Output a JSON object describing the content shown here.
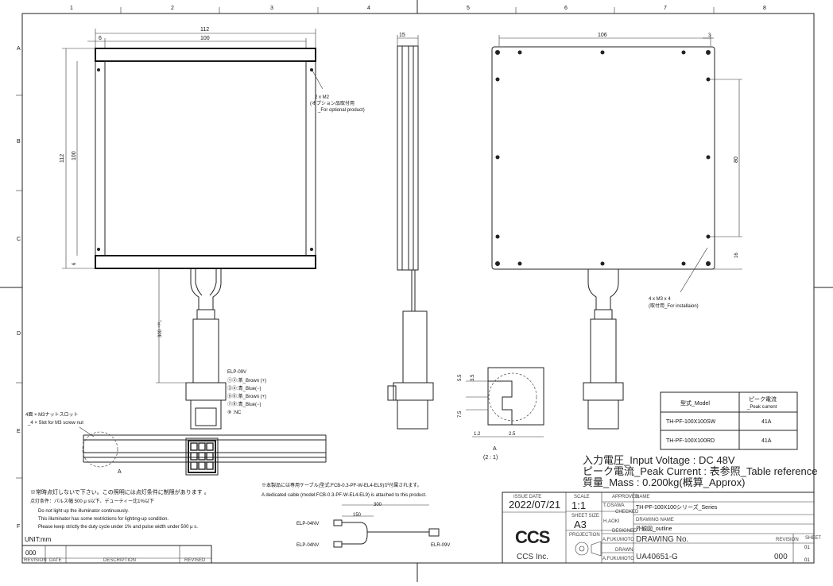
{
  "grid": {
    "cols": [
      "1",
      "2",
      "3",
      "4",
      "5",
      "6",
      "7",
      "8"
    ],
    "rows": [
      "A",
      "B",
      "C",
      "D",
      "E",
      "F"
    ]
  },
  "front": {
    "dim_overall_w": "112",
    "dim_inner_w": "100",
    "dim_margin": "6",
    "dim_overall_h": "112",
    "dim_inner_h": "100",
    "dim_bottom_margin": "6",
    "hole_note": [
      "2 x M2",
      "(オプション品取付用",
      "_For optional product)"
    ],
    "cable_len": "300 ⁺³⁰₀"
  },
  "side": {
    "dim_thickness": "15"
  },
  "rear": {
    "dim_w": "106",
    "dim_edge": "3",
    "dim_h": "80",
    "dim_bottom": "16",
    "mount_note": [
      "4 x M3 x 4",
      "(取付用_For installaion)"
    ]
  },
  "connector": {
    "title": "ELP-09V",
    "pins": [
      "①②:茶_Brown (+)",
      "③④:青_Blue(−)",
      "⑤⑥:茶_Brown (+)",
      "⑦⑧:青_Blue(−)",
      "⑨   :NC"
    ]
  },
  "slot": {
    "note_jp": "4面 × M3ナットスロット",
    "note_en": "_4 × Slot for M3 screw nut",
    "marker": "A"
  },
  "detail": {
    "d55": "5.5",
    "d35": "3.5",
    "d75": "7.5",
    "d12": "1.2",
    "d25": "2.5",
    "label": "A",
    "scale": "(2 : 1)"
  },
  "spec_table": {
    "headers": [
      "型式_Model",
      "ピーク電流\n_Peak current"
    ],
    "rows": [
      [
        "TH-PF-100X100SW",
        "41A"
      ],
      [
        "TH-PF-100X100RD",
        "41A"
      ]
    ]
  },
  "specs": [
    "入力電圧_Input Voltage : DC 48V",
    "ピーク電流_Peak Current : 表参照_Table reference",
    "質量_Mass : 0.200kg(概算_Approx)"
  ],
  "notes": [
    "※常時点灯しないで下さい。この照明には点灯条件に制限があります 。",
    "   点灯条件：パルス幅 500 μ s以下、デューティー比1%以下",
    "Do not light up the illuminator continuously.",
    "This illuminator has some restrictions for lighting-up condition.",
    "Please keep strictly the duty cycle under 1% and pulse width under 500 μ s."
  ],
  "cable": {
    "note_jp": "※本製品には専用ケーブル(型式:FCB-0.3-PF-W-EL4-EL9)が付属されます。",
    "note_en": "A dedicated cable (model:FCB-0.3-PF-W-EL4-EL9) is attached to this product.",
    "dim_total": "300",
    "dim_branch": "150",
    "left_top": "ELP-04NV",
    "left_bottom": "ELP-04NV",
    "right": "ELR-09V"
  },
  "revision_block": {
    "unit": "UNIT:mm",
    "rev": "000",
    "headers": [
      "REVISION",
      "DATE",
      "DESCRIPTION",
      "REVISED"
    ]
  },
  "title_block": {
    "issue_date_label": "ISSUE DATE",
    "issue_date": "2022/07/21",
    "scale_label": "SCALE",
    "scale": "1:1",
    "sheet_size_label": "SHEET SIZE",
    "sheet_size": "A3",
    "projection_label": "PROJECTION",
    "approved_label": "APPROVED",
    "approved": "T.OSAWA",
    "checked_label": "CHECKED",
    "checked": "H.AOKI",
    "designed_label": "DESIGNED",
    "designed": "A.FUKUMOTO",
    "drawn_label": "DRAWN",
    "drawn": "A.FUKUMOTO",
    "name_label": "NAME",
    "name": "TH-PF-100X100シリーズ_Series",
    "drawing_name_label": "DRAWING  NAME",
    "drawing_name": "外観図_outline",
    "drawing_no_label": "DRAWING No.",
    "drawing_no": "UA40651-G",
    "revision_label": "REVISION",
    "revision": "000",
    "sheet_label": "SHEET",
    "sheet_a": "01",
    "sheet_b": "01",
    "company": "CCS Inc.",
    "logo": "CCS"
  }
}
